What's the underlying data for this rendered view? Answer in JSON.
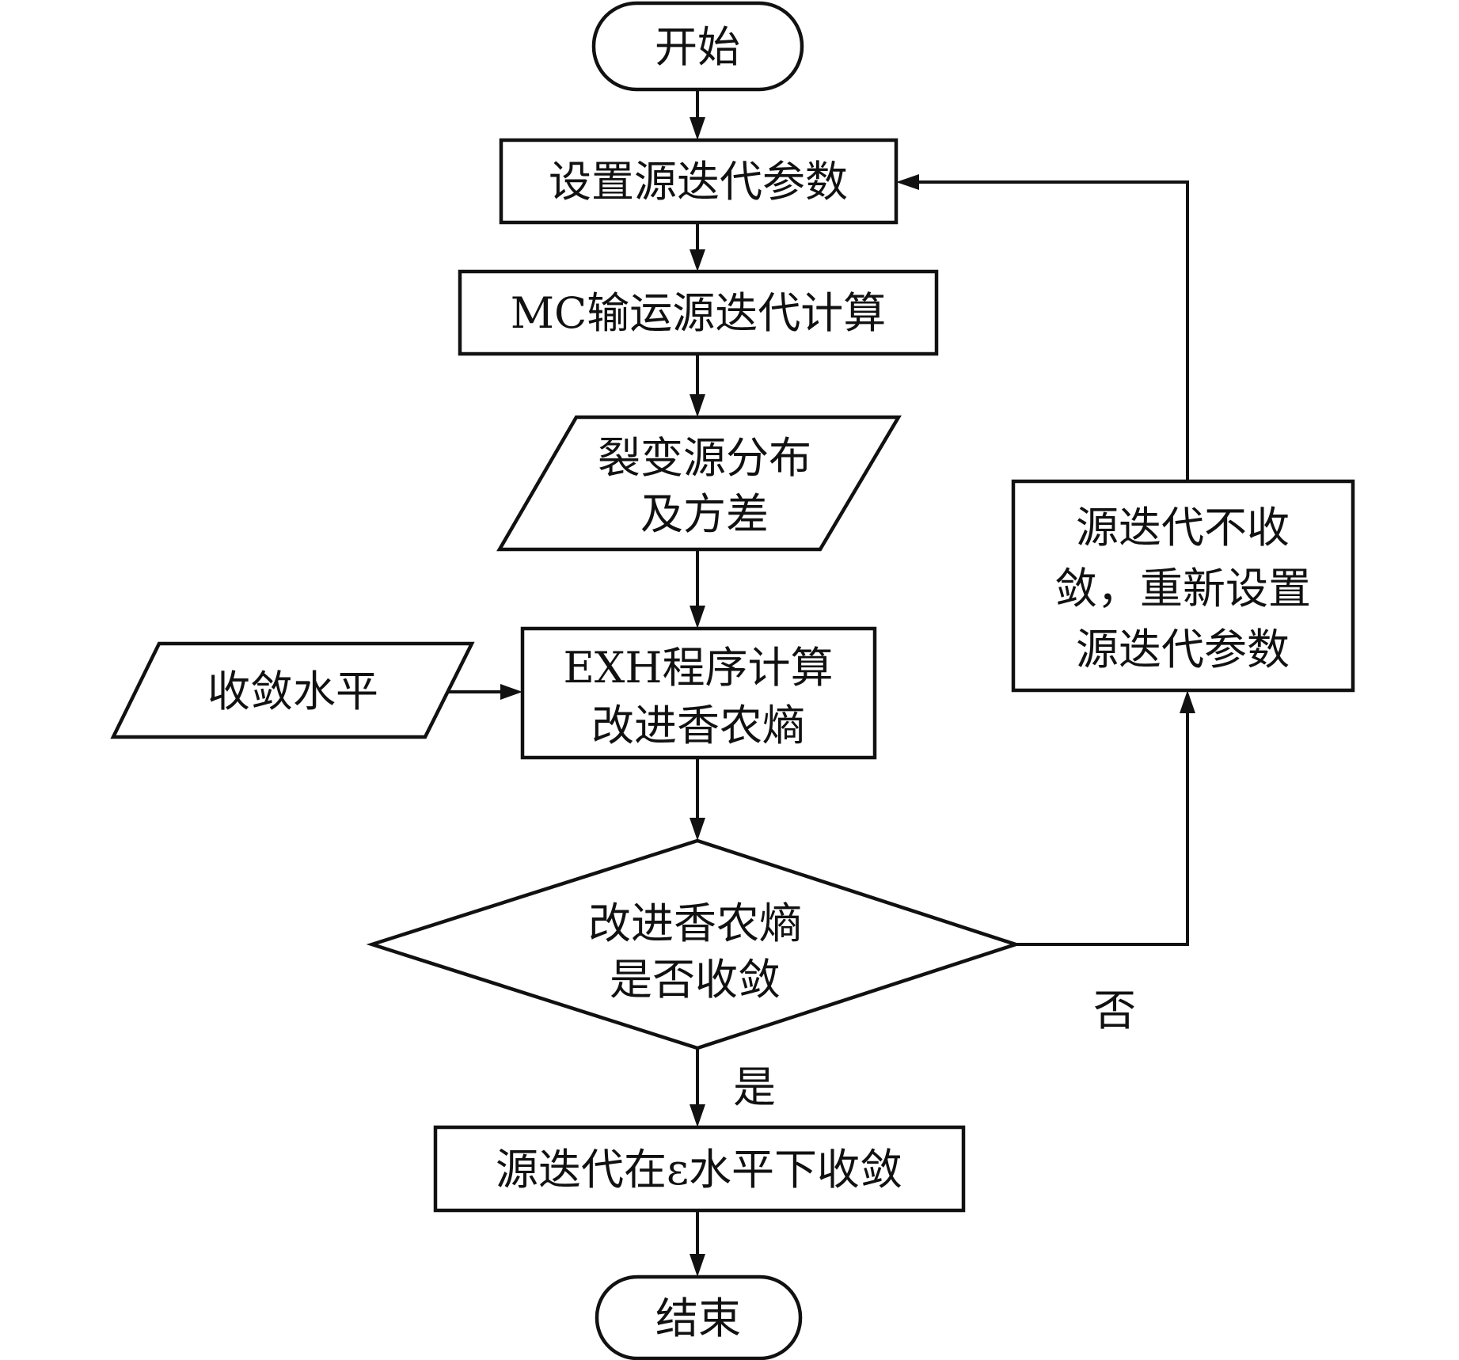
{
  "diagram": {
    "type": "flowchart",
    "nodes": {
      "start": {
        "label": "开始",
        "shape": "terminator"
      },
      "set_params": {
        "label": "设置源迭代参数",
        "shape": "process"
      },
      "mc_calc": {
        "label": "MC输运源迭代计算",
        "shape": "process"
      },
      "fission_dist": {
        "lines": [
          "裂变源分布",
          "及方差"
        ],
        "shape": "data"
      },
      "conv_level": {
        "label": "收敛水平",
        "shape": "data"
      },
      "exh_calc": {
        "lines": [
          "EXH程序计算",
          "改进香农熵"
        ],
        "shape": "process"
      },
      "decision": {
        "lines": [
          "改进香农熵",
          "是否收敛"
        ],
        "shape": "decision"
      },
      "not_converged": {
        "lines": [
          "源迭代不收",
          "敛，重新设置",
          "源迭代参数"
        ],
        "shape": "process"
      },
      "converged": {
        "label": "源迭代在ε水平下收敛",
        "shape": "process"
      },
      "end": {
        "label": "结束",
        "shape": "terminator"
      }
    },
    "edge_labels": {
      "yes": "是",
      "no": "否"
    },
    "edges": [
      {
        "from": "start",
        "to": "set_params"
      },
      {
        "from": "set_params",
        "to": "mc_calc"
      },
      {
        "from": "mc_calc",
        "to": "fission_dist"
      },
      {
        "from": "fission_dist",
        "to": "exh_calc"
      },
      {
        "from": "conv_level",
        "to": "exh_calc"
      },
      {
        "from": "exh_calc",
        "to": "decision"
      },
      {
        "from": "decision",
        "to": "converged",
        "label": "是"
      },
      {
        "from": "decision",
        "to": "not_converged",
        "label": "否"
      },
      {
        "from": "not_converged",
        "to": "set_params"
      },
      {
        "from": "converged",
        "to": "end"
      }
    ]
  }
}
